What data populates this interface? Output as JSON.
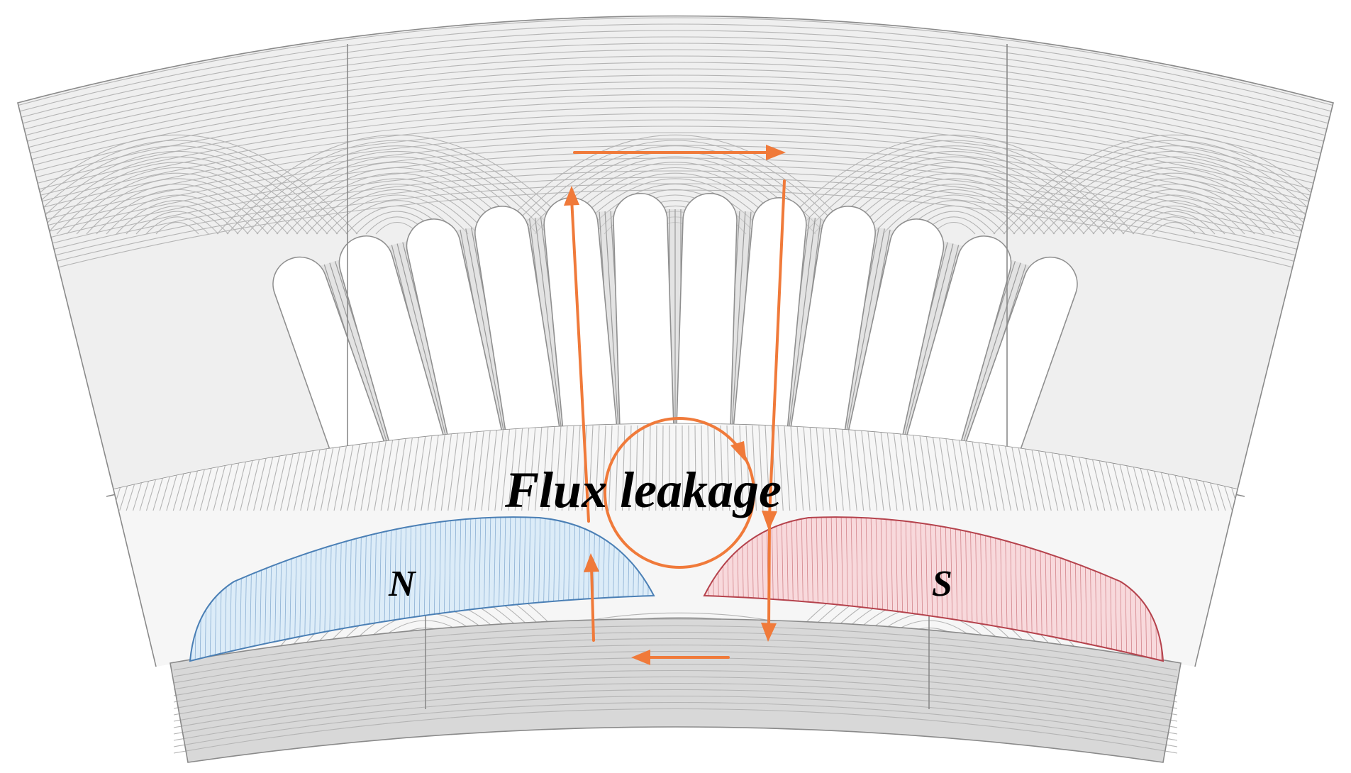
{
  "labels": {
    "flux_leakage": "Flux leakage",
    "north_pole": "N",
    "south_pole": "S"
  },
  "colors": {
    "arrow": "#f07a3a",
    "north_magnet_fill": "#dcecf8",
    "north_magnet_stroke": "#4a7fb5",
    "south_magnet_fill": "#f8d9dc",
    "south_magnet_stroke": "#b5424c",
    "field_lines": "#b4b4b4",
    "outline": "#8a8a8a"
  },
  "structure": {
    "stator_slot_count": 12,
    "magnet_poles": 2
  }
}
